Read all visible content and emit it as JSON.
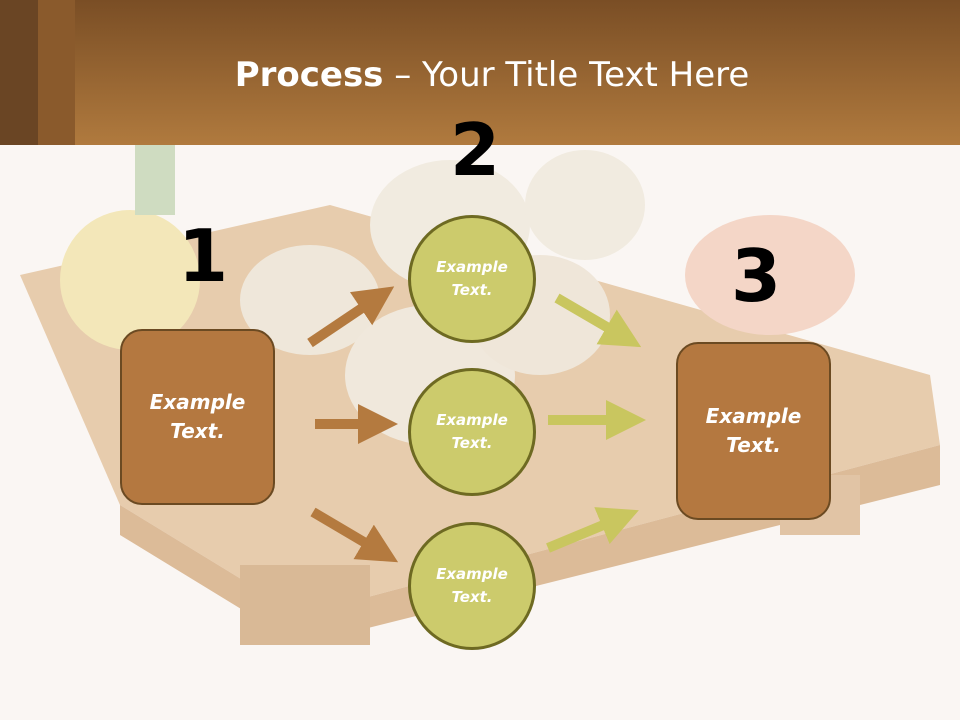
{
  "header": {
    "title_bold": "Process",
    "title_rest": " – Your Title Text Here"
  },
  "steps": {
    "n1": "1",
    "n2": "2",
    "n3": "3"
  },
  "boxes": {
    "left": [
      "Example",
      "Text."
    ],
    "right": [
      "Example",
      "Text."
    ]
  },
  "circles": {
    "top": [
      "Example",
      "Text."
    ],
    "middle": [
      "Example",
      "Text."
    ],
    "bottom": [
      "Example",
      "Text."
    ]
  },
  "colors": {
    "header": "#a06c35",
    "box": "#b47840",
    "circle": "#cccb6c",
    "brown_arrow": "#b47a3f",
    "green_arrow": "#c9c65f"
  }
}
